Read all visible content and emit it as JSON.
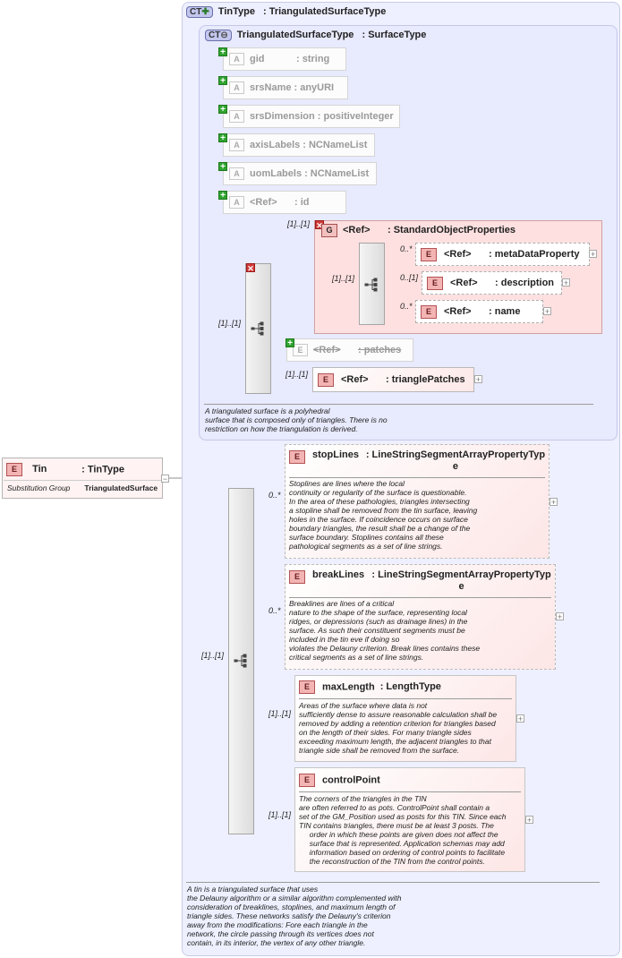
{
  "tin": {
    "badge": "E",
    "name": "Tin",
    "type": ": TinType",
    "sub_label": "Substitution Group",
    "sub_value": "TriangulatedSurface"
  },
  "tin_type": {
    "badge": "CT",
    "title": "TinType",
    "base": ": TriangulatedSurfaceType"
  },
  "tri_type": {
    "badge": "CT",
    "title": "TriangulatedSurfaceType",
    "base": ": SurfaceType"
  },
  "attrs": [
    {
      "badge": "A",
      "name": "gid",
      "type": ": string"
    },
    {
      "badge": "A",
      "name": "srsName",
      "type": ": anyURI"
    },
    {
      "badge": "A",
      "name": "srsDimension",
      "type": ": positiveInteger"
    },
    {
      "badge": "A",
      "name": "axisLabels",
      "type": ": NCNameList"
    },
    {
      "badge": "A",
      "name": "uomLabels",
      "type": ": NCNameList"
    },
    {
      "badge": "A",
      "name": "<Ref>",
      "type": ": id"
    }
  ],
  "sop_group": {
    "badge": "G",
    "name": "<Ref>",
    "type": ": StandardObjectProperties",
    "mult": "[1]..[1]"
  },
  "sop_items": [
    {
      "badge": "E",
      "name": "<Ref>",
      "type": ": metaDataProperty",
      "mult": "0..*"
    },
    {
      "badge": "E",
      "name": "<Ref>",
      "type": ": description",
      "mult": "0..[1]"
    },
    {
      "badge": "E",
      "name": "<Ref>",
      "type": ": name",
      "mult": "0..*"
    }
  ],
  "sop_seq_mult": "[1]..[1]",
  "choice_mult": "[1]..[1]",
  "patches": {
    "badge": "E",
    "name": "<Ref>",
    "type": ": patches"
  },
  "triangle_patches": {
    "badge": "E",
    "name": "<Ref>",
    "type": ": trianglePatches",
    "mult": "[1]..[1]"
  },
  "tri_doc": "A triangulated surface is a polyhedral\nsurface that is composed only of triangles. There is no\nrestriction on how the triangulation is derived.",
  "main_seq_mult": "[1]..[1]",
  "tin_elements": [
    {
      "badge": "E",
      "name": "stopLines",
      "type": ": LineStringSegmentArrayPropertyType",
      "mult": "0..*",
      "doc": "Stoplines are lines where the local\ncontinuity or regularity of the surface is questionable.\nIn the area of these pathologies, triangles intersecting\na stopline shall be removed from the tin surface, leaving\nholes in the surface. If coincidence occurs on surface\nboundary triangles, the result shall be a change of the\nsurface boundary. Stoplines contains all these\npathological segments as a set of line strings."
    },
    {
      "badge": "E",
      "name": "breakLines",
      "type": ": LineStringSegmentArrayPropertyType",
      "mult": "0..*",
      "doc": "Breaklines are lines of a critical\nnature to the shape of the surface, representing local\nridges, or depressions (such as drainage lines) in the\nsurface. As such their constituent segments must be\nincluded in the tin eve if doing so\nviolates the Delauny criterion. Break lines contains these\ncritical segments as a set of line strings."
    },
    {
      "badge": "E",
      "name": "maxLength",
      "type": ": LengthType",
      "mult": "[1]..[1]",
      "doc": "Areas of the surface where data is not\nsufficiently dense to assure reasonable calculation shall be\nremoved by adding a retention criterion for triangles based\non the length of their sides. For many triangle sides\nexceeding maximum length, the adjacent triangles to that\ntriangle side shall be removed from the surface."
    },
    {
      "badge": "E",
      "name": "controlPoint",
      "type": "",
      "mult": "[1]..[1]",
      "doc": "The corners of the triangles in the TIN\nare often referred to as pots. ControlPoint shall contain a\nset of the GM_Position used as posts for this TIN. Since each\nTIN contains triangles, there must be at least 3 posts. The\n     order in which these points are given does not affect the\n     surface that is represented. Application schemas may add\n     information based on ordering of control points to facilitate\n     the reconstruction of the TIN from the control points."
    }
  ],
  "tin_doc": "A tin is a triangulated surface that uses\nthe Delauny algorithm or a similar algorithm complemented with\nconsideration of breaklines, stoplines, and maximum length of\ntriangle sides. These networks satisfy the Delauny's criterion\naway from the modifications: Fore each triangle in the\nnetwork, the circle passing through its vertices does not\ncontain, in its interior, the vertex of any other triangle."
}
